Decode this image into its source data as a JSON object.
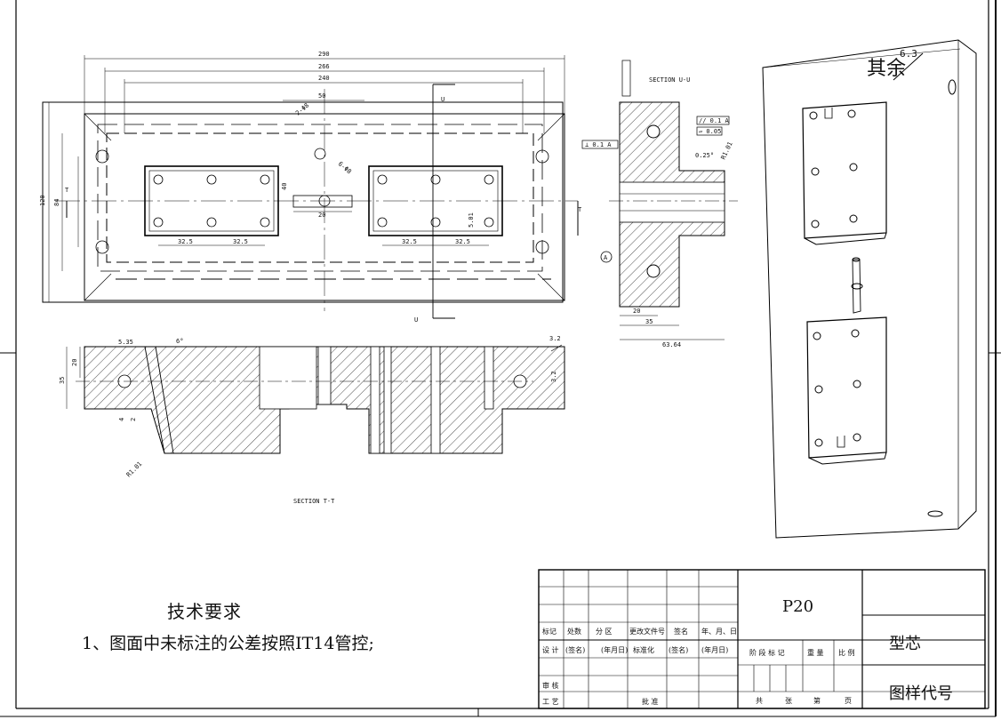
{
  "drawing": {
    "dims_top": [
      "290",
      "266",
      "240",
      "50",
      "2-Φ8",
      "6-Φ8",
      "32.5",
      "32.5",
      "32.5",
      "32.5",
      "40",
      "20",
      "5.01"
    ],
    "dims_left": [
      "120",
      "84",
      "T",
      "T"
    ],
    "section_u_u": "SECTION U-U",
    "section_t_t": "SECTION T-T",
    "u_label": "U",
    "u_dims": [
      "20",
      "35",
      "63.64",
      "0.25°",
      "R1.01"
    ],
    "tol_perp": "⊥ 0.1 A",
    "tol_parallel": "// 0.1 A",
    "tol_flat": "▱ 0.05",
    "datum": "A",
    "tt_dims": [
      "5.35",
      "6°",
      "35",
      "20",
      "4",
      "2",
      "R1.01"
    ],
    "rough_a": "3.2",
    "rough_b": "3.2",
    "rough_c": "6.3",
    "rest_mark": "其余"
  },
  "notes": {
    "title": "技术要求",
    "item1": "1、图面中未标注的公差按照IT14管控;"
  },
  "title_block": {
    "r1": [
      "标记",
      "处数",
      "分 区",
      "更改文件号",
      "签名",
      "年、月、日"
    ],
    "r2": [
      "设 计",
      "(签名)",
      "(年月日)",
      "标准化",
      "(签名)",
      "(年月日)"
    ],
    "r3": [
      "审 核"
    ],
    "r4": [
      "工 艺",
      "",
      "",
      "批 准"
    ],
    "stage": "阶 段 标 记",
    "weight": "重 量",
    "scale": "比 例",
    "total": "共",
    "sheets": "张",
    "page": "第",
    "page2": "页",
    "material": "P20",
    "part_name": "型芯",
    "drawing_no": "图样代号"
  }
}
